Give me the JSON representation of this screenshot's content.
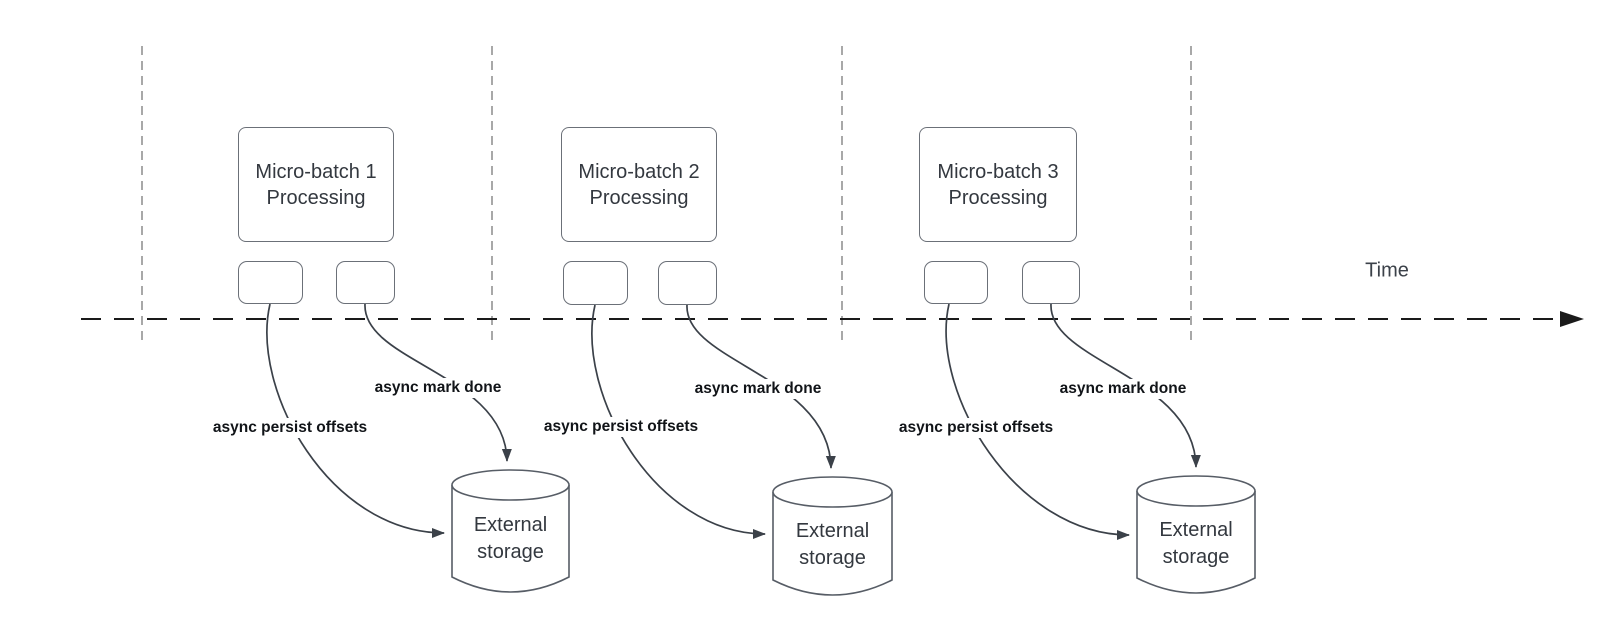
{
  "colors": {
    "background": "#ffffff",
    "shape_stroke": "#6b7078",
    "curve_stroke": "#3b4149",
    "timeline_stroke": "#1a1a1a",
    "guide_stroke": "#a8a8a8",
    "shape_text": "#33383f",
    "edge_label_text": "#111418"
  },
  "timeline": {
    "label": "Time"
  },
  "groups": [
    {
      "processing_line1": "Micro-batch 1",
      "processing_line2": "Processing",
      "persist_label": "async persist offsets",
      "mark_done_label": "async mark done",
      "storage_line1": "External",
      "storage_line2": "storage"
    },
    {
      "processing_line1": "Micro-batch 2",
      "processing_line2": "Processing",
      "persist_label": "async persist offsets",
      "mark_done_label": "async mark done",
      "storage_line1": "External",
      "storage_line2": "storage"
    },
    {
      "processing_line1": "Micro-batch 3",
      "processing_line2": "Processing",
      "persist_label": "async persist offsets",
      "mark_done_label": "async mark done",
      "storage_line1": "External",
      "storage_line2": "storage"
    }
  ]
}
